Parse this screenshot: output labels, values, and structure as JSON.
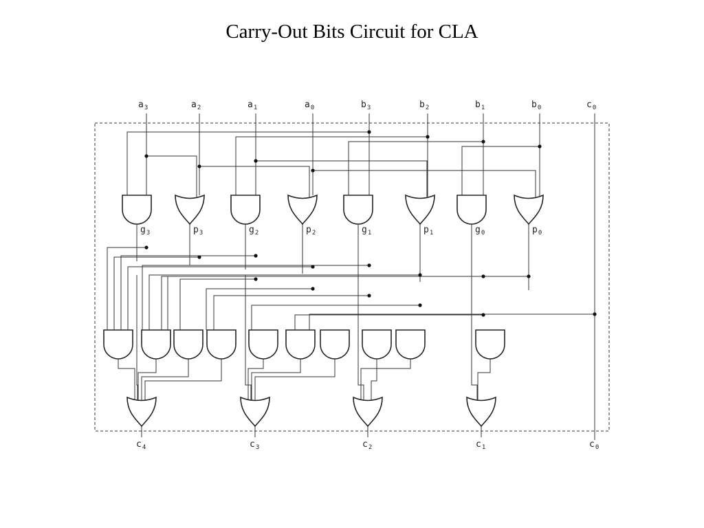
{
  "title": "Carry-Out Bits Circuit for CLA",
  "inputs": [
    {
      "base": "a",
      "sub": "3"
    },
    {
      "base": "a",
      "sub": "2"
    },
    {
      "base": "a",
      "sub": "1"
    },
    {
      "base": "a",
      "sub": "0"
    },
    {
      "base": "b",
      "sub": "3"
    },
    {
      "base": "b",
      "sub": "2"
    },
    {
      "base": "b",
      "sub": "1"
    },
    {
      "base": "b",
      "sub": "0"
    },
    {
      "base": "c",
      "sub": "0"
    }
  ],
  "gp_gates": [
    {
      "type": "and",
      "base": "g",
      "sub": "3"
    },
    {
      "type": "or",
      "base": "p",
      "sub": "3"
    },
    {
      "type": "and",
      "base": "g",
      "sub": "2"
    },
    {
      "type": "or",
      "base": "p",
      "sub": "2"
    },
    {
      "type": "and",
      "base": "g",
      "sub": "1"
    },
    {
      "type": "or",
      "base": "p",
      "sub": "1"
    },
    {
      "type": "and",
      "base": "g",
      "sub": "0"
    },
    {
      "type": "or",
      "base": "p",
      "sub": "0"
    }
  ],
  "outputs": [
    {
      "base": "c",
      "sub": "4"
    },
    {
      "base": "c",
      "sub": "3"
    },
    {
      "base": "c",
      "sub": "2"
    },
    {
      "base": "c",
      "sub": "1"
    },
    {
      "base": "c",
      "sub": "0"
    }
  ]
}
